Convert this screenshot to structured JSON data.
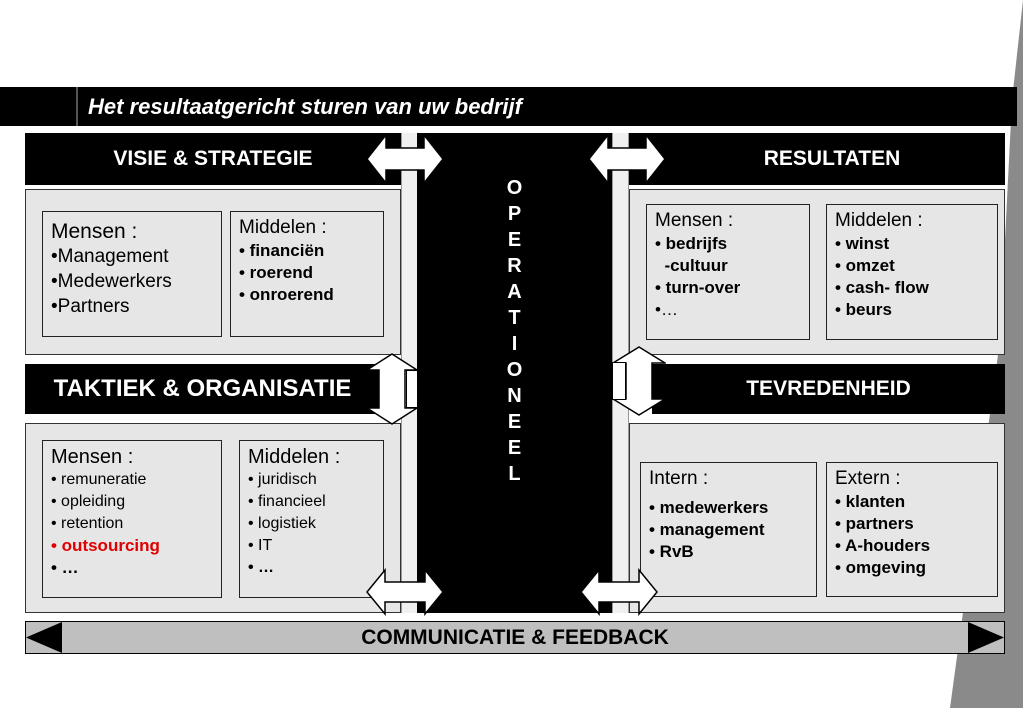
{
  "banner": {
    "title": "Het resultaatgericht sturen van uw bedrijf"
  },
  "vision": {
    "header": "VISIE & STRATEGIE",
    "people": {
      "title": "Mensen :",
      "items": [
        "•Management",
        "•Medewerkers",
        "•Partners"
      ]
    },
    "means": {
      "title": "Middelen :",
      "items": [
        "• financiën",
        "• roerend",
        "• onroerend"
      ]
    }
  },
  "results": {
    "header": "RESULTATEN",
    "people": {
      "title": "Mensen :",
      "items": [
        "• bedrijfs",
        "  -cultuur",
        "• turn-over",
        "•…"
      ]
    },
    "means": {
      "title": "Middelen :",
      "items": [
        "• winst",
        "• omzet",
        "• cash- flow",
        "• beurs"
      ]
    }
  },
  "tactics": {
    "header": "TAKTIEK & ORGANISATIE",
    "people": {
      "title": "Mensen :",
      "items": [
        "• remuneratie",
        "• opleiding",
        "• retention",
        "• outsourcing",
        "• …"
      ]
    },
    "means": {
      "title": "Middelen :",
      "items": [
        "• juridisch",
        "• financieel",
        "• logistiek",
        "• IT",
        "• …"
      ]
    }
  },
  "satisfaction": {
    "header": "TEVREDENHEID",
    "internal": {
      "title": "Intern :",
      "items": [
        "• medewerkers",
        "• management",
        "• RvB"
      ]
    },
    "external": {
      "title": "Extern :",
      "items": [
        "• klanten",
        "• partners",
        "• A-houders",
        "• omgeving"
      ]
    }
  },
  "operational": {
    "letters": [
      "O",
      "P",
      "E",
      "R",
      "A",
      "T",
      "I",
      "O",
      "N",
      "E",
      "E",
      "L"
    ]
  },
  "footer": {
    "label": "COMMUNICATIE & FEEDBACK"
  },
  "colors": {
    "highlight": "#e00000",
    "panel": "#e6e6e6",
    "bar": "#000000"
  }
}
